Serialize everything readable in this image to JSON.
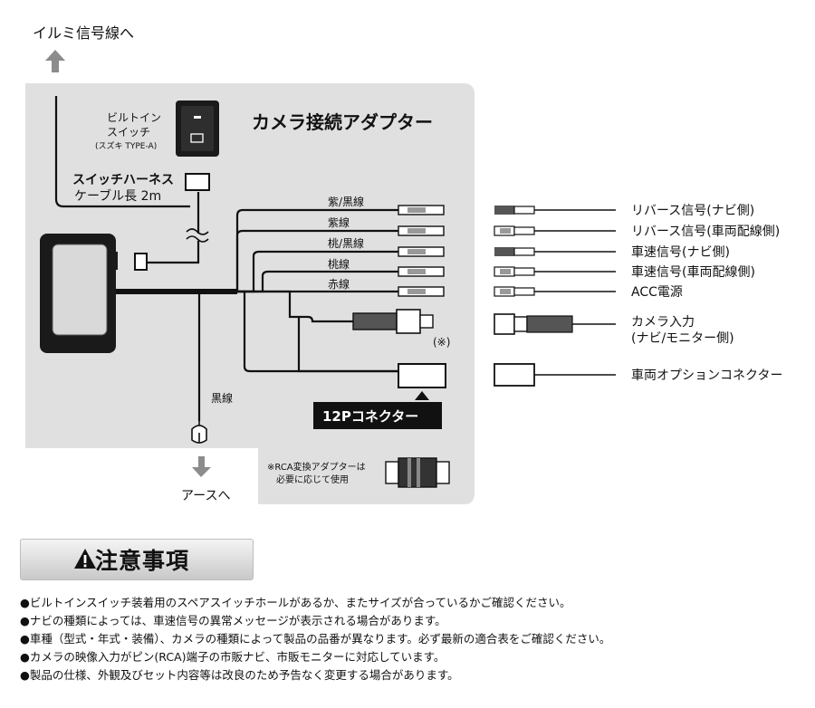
{
  "diagram": {
    "illumination_label": "イルミ信号線へ",
    "earth_label": "アースへ",
    "switch_label_1": "ビルトイン",
    "switch_label_2": "スイッチ",
    "switch_label_3": "(スズキ TYPE-A)",
    "title": "カメラ接続アダプター",
    "harness_label": "スイッチハーネス",
    "cable_length": "ケーブル長 2m",
    "wire_labels": [
      "紫/黒線",
      "紫線",
      "桃/黒線",
      "桃線",
      "赤線"
    ],
    "black_wire_label": "黒線",
    "note_mark": "(※)",
    "connector_12p": "12Pコネクター",
    "rca_note_1": "※RCA変換アダプターは",
    "rca_note_2": "必要に応じて使用",
    "right_labels": [
      "リバース信号(ナビ側)",
      "リバース信号(車両配線側)",
      "車速信号(ナビ側)",
      "車速信号(車両配線側)",
      "ACC電源"
    ],
    "camera_input_1": "カメラ入力",
    "camera_input_2": "(ナビ/モニター側)",
    "vehicle_option": "車両オプションコネクター"
  },
  "caution": {
    "title": "注意事項",
    "icon": "warning-triangle-icon"
  },
  "notes": [
    "●ビルトインスイッチ装着用のスペアスイッチホールがあるか、またサイズが合っているかご確認ください。",
    "●ナビの種類によっては、車速信号の異常メッセージが表示される場合があります。",
    "●車種（型式・年式・装備）、カメラの種類によって製品の品番が異なります。必ず最新の適合表をご確認ください。",
    "●カメラの映像入力がピン(RCA)端子の市販ナビ、市販モニターに対応しています。",
    "●製品の仕様、外観及びセット内容等は改良のため予告なく変更する場合があります。"
  ]
}
